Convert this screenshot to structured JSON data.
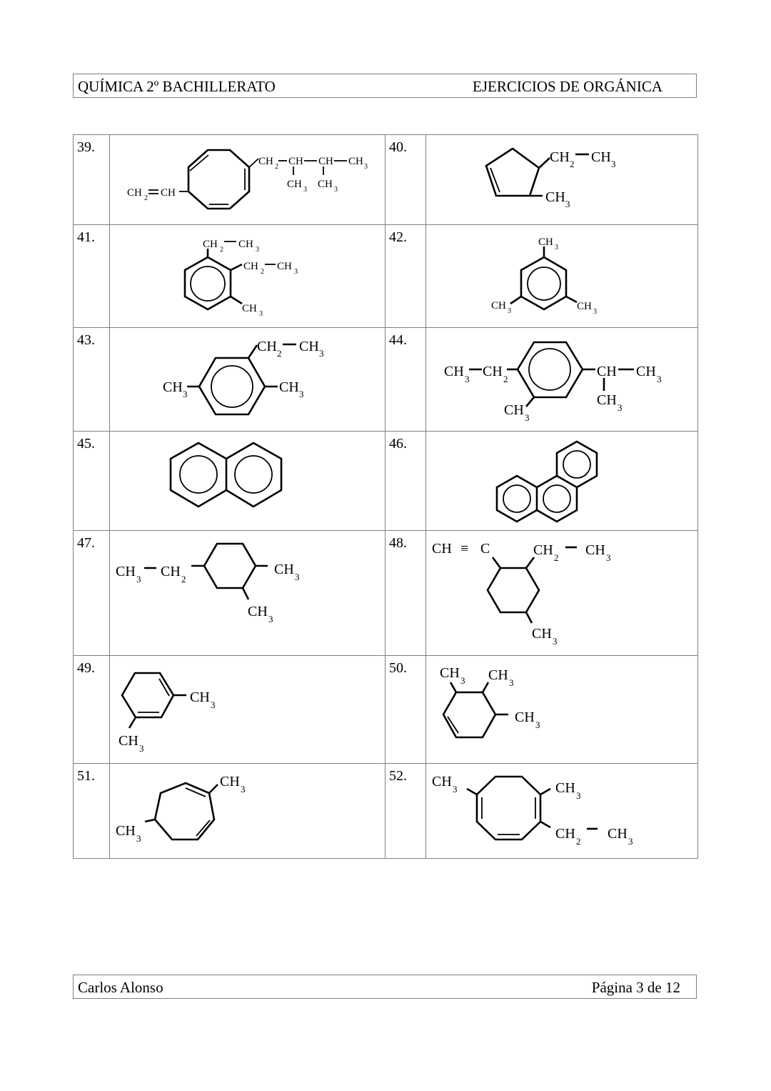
{
  "header": {
    "left": "QUÍMICA 2º BACHILLERATO",
    "right": "EJERCICIOS DE ORGÁNICA"
  },
  "footer": {
    "author": "Carlos Alonso",
    "page": "Página 3 de 12"
  },
  "exercises": [
    {
      "num": "39.",
      "structure": "cyclooctatriene with vinyl and 2,3-dimethylbutyl substituents",
      "labels": {
        "a": "CH",
        "a_sub": "2",
        "b": "CH",
        "c": "CH",
        "c_sub": "2",
        "d": "CH",
        "e": "CH",
        "f": "CH",
        "f_sub": "3",
        "g": "CH",
        "g_sub": "3",
        "h": "CH",
        "h_sub": "3"
      }
    },
    {
      "num": "40.",
      "structure": "cyclopentene with ethyl and methyl",
      "labels": {
        "a": "CH",
        "a_sub": "2",
        "b": "CH",
        "b_sub": "3",
        "c": "CH",
        "c_sub": "3"
      }
    },
    {
      "num": "41.",
      "structure": "benzene with two ethyl groups and a methyl",
      "labels": {
        "a": "CH",
        "a_sub": "2",
        "b": "CH",
        "b_sub": "3",
        "c": "CH",
        "c_sub": "2",
        "d": "CH",
        "d_sub": "3",
        "e": "CH",
        "e_sub": "3"
      }
    },
    {
      "num": "42.",
      "structure": "1,3,5-trimethylbenzene",
      "labels": {
        "a": "CH",
        "a_sub": "3",
        "b": "CH",
        "b_sub": "3",
        "c": "CH",
        "c_sub": "3"
      }
    },
    {
      "num": "43.",
      "structure": "benzene with ethyl and two methyls",
      "labels": {
        "a": "CH",
        "a_sub": "2",
        "b": "CH",
        "b_sub": "3",
        "c": "CH",
        "c_sub": "3",
        "d": "CH",
        "d_sub": "3"
      }
    },
    {
      "num": "44.",
      "structure": "benzene with ethyl, methyl and isopropyl",
      "labels": {
        "a": "CH",
        "a_sub": "3",
        "b": "CH",
        "b_sub": "2",
        "c": "CH",
        "c_sub": "3",
        "d": "CH",
        "e": "CH",
        "e_sub": "3",
        "f": "CH",
        "f_sub": "3"
      }
    },
    {
      "num": "45.",
      "structure": "naphthalene",
      "labels": {}
    },
    {
      "num": "46.",
      "structure": "phenanthrene",
      "labels": {}
    },
    {
      "num": "47.",
      "structure": "cyclohexane with ethyl and two methyls",
      "labels": {
        "a": "CH",
        "a_sub": "3",
        "b": "CH",
        "b_sub": "2",
        "c": "CH",
        "c_sub": "3",
        "d": "CH",
        "d_sub": "3"
      }
    },
    {
      "num": "48.",
      "structure": "cyclohexane with ethynyl, ethyl and methyl",
      "labels": {
        "a": "CH",
        "a_bond": "≡",
        "b": "C",
        "c": "CH",
        "c_sub": "2",
        "d": "CH",
        "d_sub": "3",
        "e": "CH",
        "e_sub": "3"
      }
    },
    {
      "num": "49.",
      "structure": "1,3-dimethylcyclohexa-1,3-diene",
      "labels": {
        "a": "CH",
        "a_sub": "3",
        "b": "CH",
        "b_sub": "3"
      }
    },
    {
      "num": "50.",
      "structure": "trimethylcyclohexene",
      "labels": {
        "a": "CH",
        "a_sub": "3",
        "b": "CH",
        "b_sub": "3",
        "c": "CH",
        "c_sub": "3"
      }
    },
    {
      "num": "51.",
      "structure": "dimethylcycloheptadiene",
      "labels": {
        "a": "CH",
        "a_sub": "3",
        "b": "CH",
        "b_sub": "3"
      }
    },
    {
      "num": "52.",
      "structure": "cyclooctatriene with two methyls and ethyl",
      "labels": {
        "a": "CH",
        "a_sub": "3",
        "b": "CH",
        "b_sub": "3",
        "c": "CH",
        "c_sub": "2",
        "d": "CH",
        "d_sub": "3"
      }
    }
  ]
}
